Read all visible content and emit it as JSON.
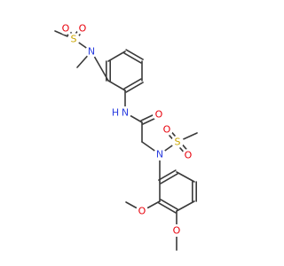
{
  "colors": {
    "bond": "#3a3a3a",
    "S": "#c9a500",
    "O": "#e8000b",
    "N": "#2b3ee0",
    "C": "#3a3a3a"
  },
  "atoms": [
    {
      "id": "S1",
      "label": "S",
      "element": "S"
    },
    {
      "id": "O1a",
      "label": "O",
      "element": "O"
    },
    {
      "id": "O1b",
      "label": "O",
      "element": "O"
    },
    {
      "id": "N1",
      "label": "N",
      "element": "N"
    },
    {
      "id": "N2",
      "label": "N",
      "element": "N"
    },
    {
      "id": "H2",
      "label": "H",
      "element": "N"
    },
    {
      "id": "O3",
      "label": "O",
      "element": "O"
    },
    {
      "id": "N3",
      "label": "N",
      "element": "N"
    },
    {
      "id": "S2",
      "label": "S",
      "element": "S"
    },
    {
      "id": "O2a",
      "label": "O",
      "element": "O"
    },
    {
      "id": "O2b",
      "label": "O",
      "element": "O"
    },
    {
      "id": "O4",
      "label": "O",
      "element": "O"
    },
    {
      "id": "O5",
      "label": "O",
      "element": "O"
    }
  ]
}
